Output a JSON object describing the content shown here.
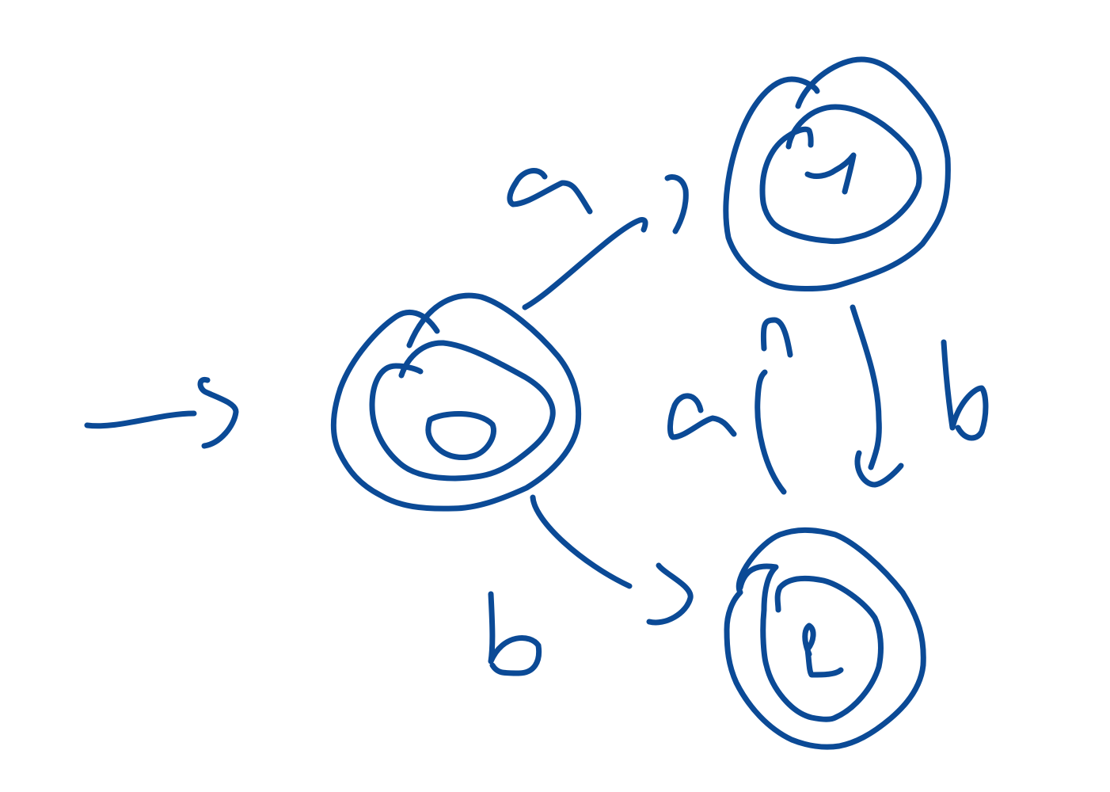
{
  "diagram": {
    "type": "finite-automaton",
    "ink_color": "#0B4A96",
    "states": [
      {
        "id": "q0",
        "label": "0",
        "initial": true,
        "accepting": true
      },
      {
        "id": "q1",
        "label": "1",
        "initial": false,
        "accepting": true
      },
      {
        "id": "q2",
        "label": "2",
        "initial": false,
        "accepting": true
      }
    ],
    "transitions": [
      {
        "from": "q0",
        "to": "q1",
        "label": "a"
      },
      {
        "from": "q0",
        "to": "q2",
        "label": "b"
      },
      {
        "from": "q1",
        "to": "q2",
        "label": "b"
      },
      {
        "from": "q2",
        "to": "q1",
        "label": "a"
      }
    ]
  }
}
